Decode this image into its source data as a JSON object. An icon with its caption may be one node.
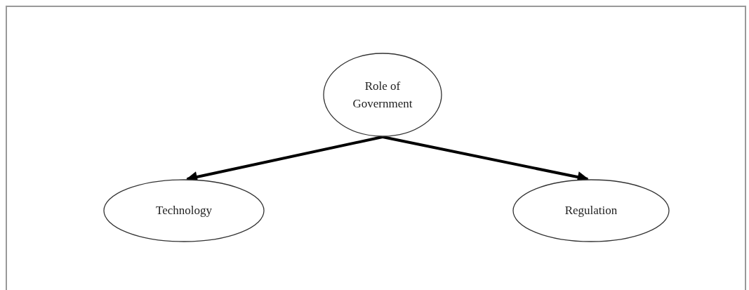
{
  "diagram": {
    "nodes": [
      {
        "text": [
          "Role of Government"
        ]
      },
      {
        "text": [
          "Technology"
        ]
      },
      {
        "text": [
          "Regulation"
        ]
      }
    ],
    "edges": [
      {
        "from": 0,
        "to": 1,
        "arrow": "to"
      },
      {
        "from": 0,
        "to": 2,
        "arrow": "to"
      }
    ]
  }
}
